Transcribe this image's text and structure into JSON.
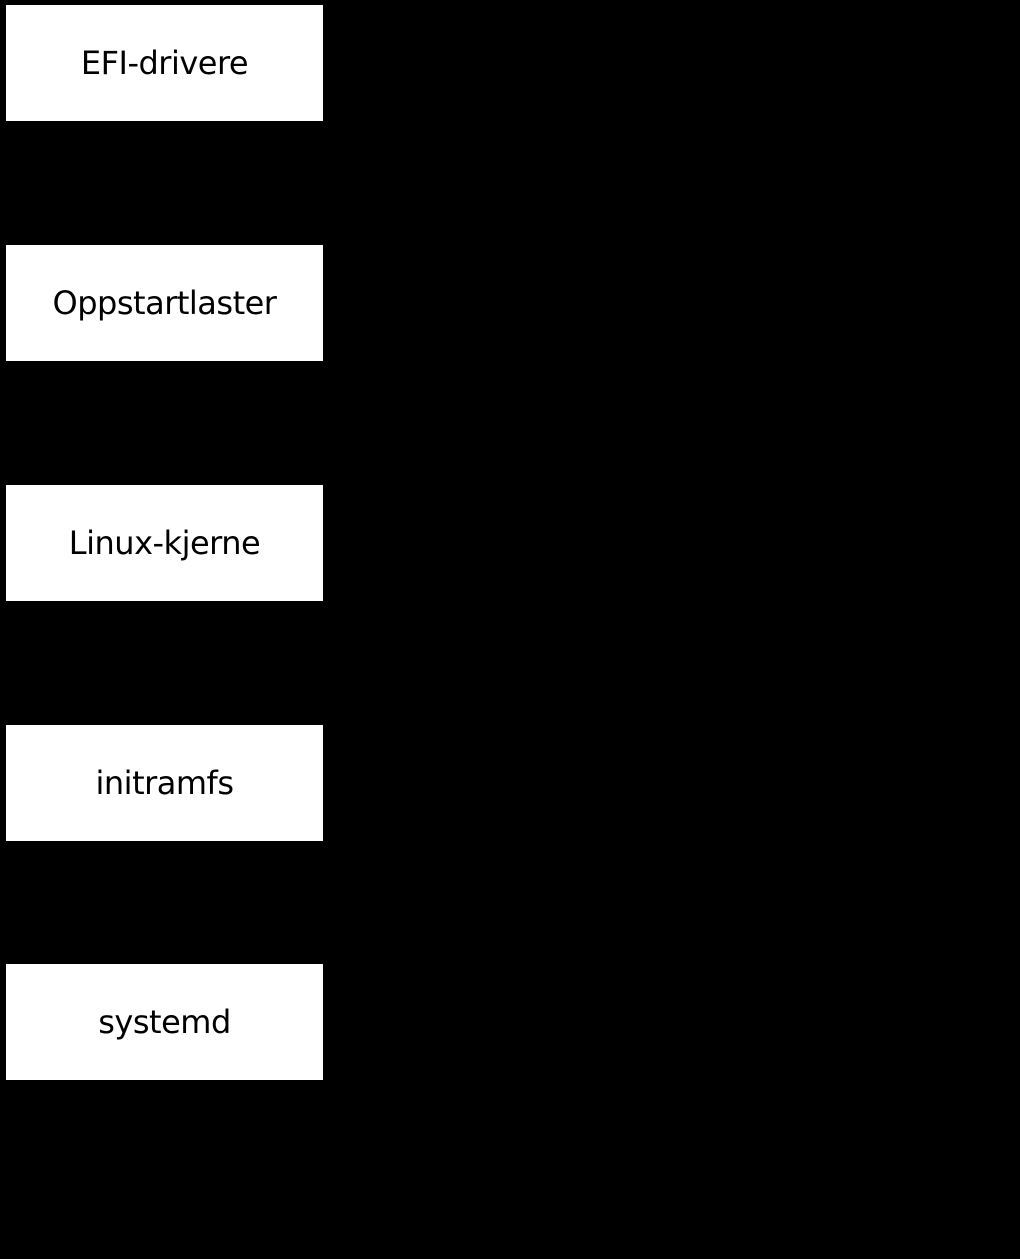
{
  "diagram": {
    "type": "flowchart",
    "direction": "top-to-bottom",
    "background_color": "#000000",
    "node_fill_color": "#ffffff",
    "node_text_color": "#000000",
    "nodes": [
      {
        "id": "efi-drivere",
        "label": "EFI-drivere"
      },
      {
        "id": "oppstartlaster",
        "label": "Oppstartlaster"
      },
      {
        "id": "linux-kjerne",
        "label": "Linux-kjerne"
      },
      {
        "id": "initramfs",
        "label": "initramfs"
      },
      {
        "id": "systemd",
        "label": "systemd"
      }
    ]
  }
}
